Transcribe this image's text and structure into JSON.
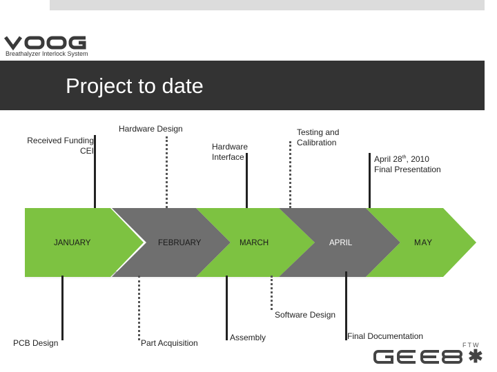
{
  "header": {
    "logo_text": "VOOG",
    "logo_subtitle": "Breathalyzer Interlock System",
    "title": "Project to date"
  },
  "timeline": {
    "months": [
      "JANUARY",
      "FEBRUARY",
      "MARCH",
      "APRIL",
      "MAY"
    ],
    "above": {
      "received_funding_line1": "Received Funding",
      "received_funding_line2": "CEI",
      "hardware_design": "Hardware Design",
      "hardware_interface_line1": "Hardware",
      "hardware_interface_line2": "Interface",
      "testing_line1": "Testing and",
      "testing_line2": "Calibration",
      "final_presentation_date": "April 28",
      "final_presentation_sup": "th",
      "final_presentation_year": ", 2010",
      "final_presentation_line2": "Final Presentation"
    },
    "below": {
      "pcb_design": "PCB Design",
      "part_acquisition": "Part Acquisition",
      "assembly": "Assembly",
      "software_design": "Software Design",
      "final_documentation": "Final Documentation"
    }
  },
  "footer": {
    "logo_text": "GEE8",
    "logo_small": "FTW"
  },
  "colors": {
    "green": "#7dc241",
    "gray": "#6f6f6f",
    "title_band": "#333333"
  }
}
